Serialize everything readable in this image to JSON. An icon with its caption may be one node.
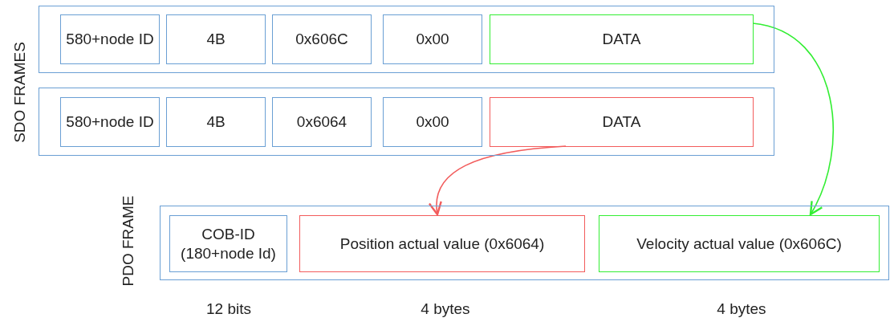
{
  "diagram": {
    "nodes": [
      {
        "text": [],
        "shape": "box"
      },
      {
        "text": [
          "580+node ID"
        ],
        "in": 0
      },
      {
        "text": [
          "4B"
        ],
        "in": 0
      },
      {
        "text": [
          "0x606C"
        ],
        "in": 0
      },
      {
        "text": [
          "0x00"
        ],
        "in": 0
      },
      {
        "text": [
          "DATA"
        ],
        "in": 0
      },
      {
        "text": [],
        "shape": "box"
      },
      {
        "text": [
          "580+node ID"
        ],
        "in": 6
      },
      {
        "text": [
          "4B"
        ],
        "in": 6
      },
      {
        "text": [
          "0x6064"
        ],
        "in": 6
      },
      {
        "text": [
          "0x00"
        ],
        "in": 6
      },
      {
        "text": [
          "DATA"
        ],
        "in": 6
      },
      {
        "text": [],
        "shape": "box"
      },
      {
        "text": [
          "COB-ID (180+node Id)"
        ],
        "in": 12
      },
      {
        "text": [
          "Position actual value (0x6064)"
        ],
        "in": 12
      },
      {
        "text": [
          "Velocity actual value (0x606C)"
        ],
        "in": 12
      }
    ],
    "edges": [
      {
        "from": 5,
        "to": 15,
        "arrow": "to",
        "color": "#33ee33"
      },
      {
        "from": 11,
        "to": 14,
        "arrow": "to",
        "color": "#f25c5c"
      }
    ],
    "labels": [
      "SDO FRAMES",
      "PDO FRAME",
      "12 bits",
      "4 bytes",
      "4 bytes"
    ]
  }
}
